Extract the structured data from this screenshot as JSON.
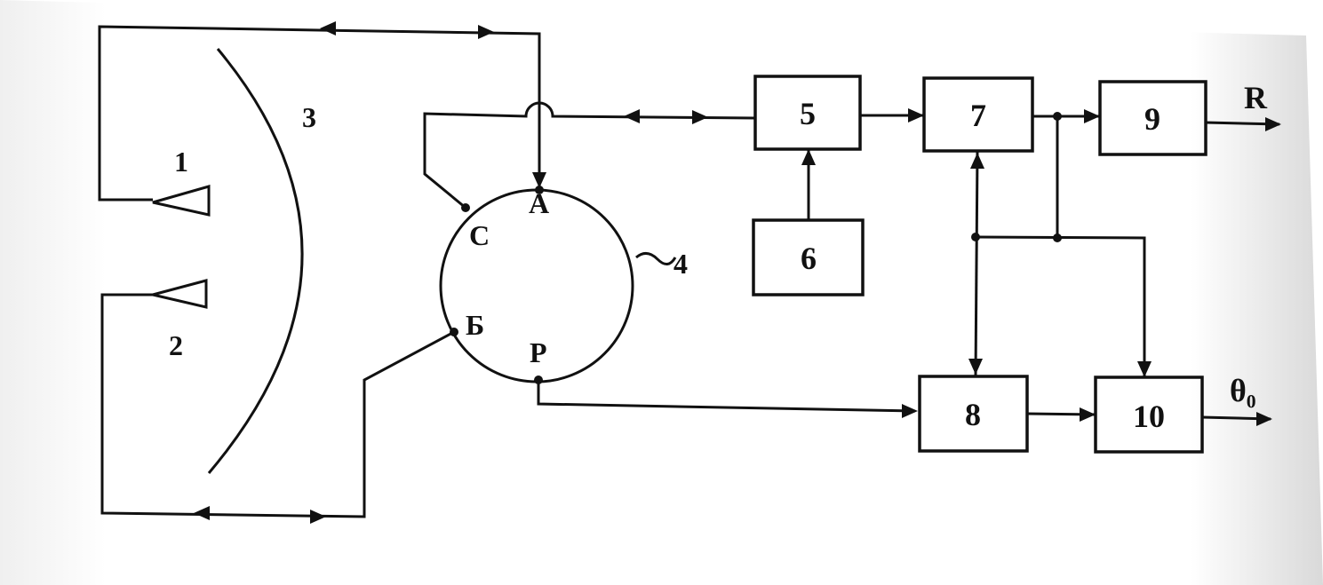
{
  "diagram": {
    "blocks": [
      {
        "id": "5",
        "label": "5"
      },
      {
        "id": "6",
        "label": "6"
      },
      {
        "id": "7",
        "label": "7"
      },
      {
        "id": "8",
        "label": "8"
      },
      {
        "id": "9",
        "label": "9"
      },
      {
        "id": "10",
        "label": "10"
      }
    ],
    "element_labels": {
      "feed_1": "1",
      "feed_2": "2",
      "reflector": "3",
      "ring": "4"
    },
    "ring_ports": {
      "a": "А",
      "b": "Б",
      "c": "С",
      "p": "Р"
    },
    "outputs": {
      "range": "R",
      "angle": "θ₀"
    },
    "colors": {
      "ink": "#111111",
      "paper": "#ffffff",
      "paper_shadow": "#e9e9e9"
    }
  }
}
